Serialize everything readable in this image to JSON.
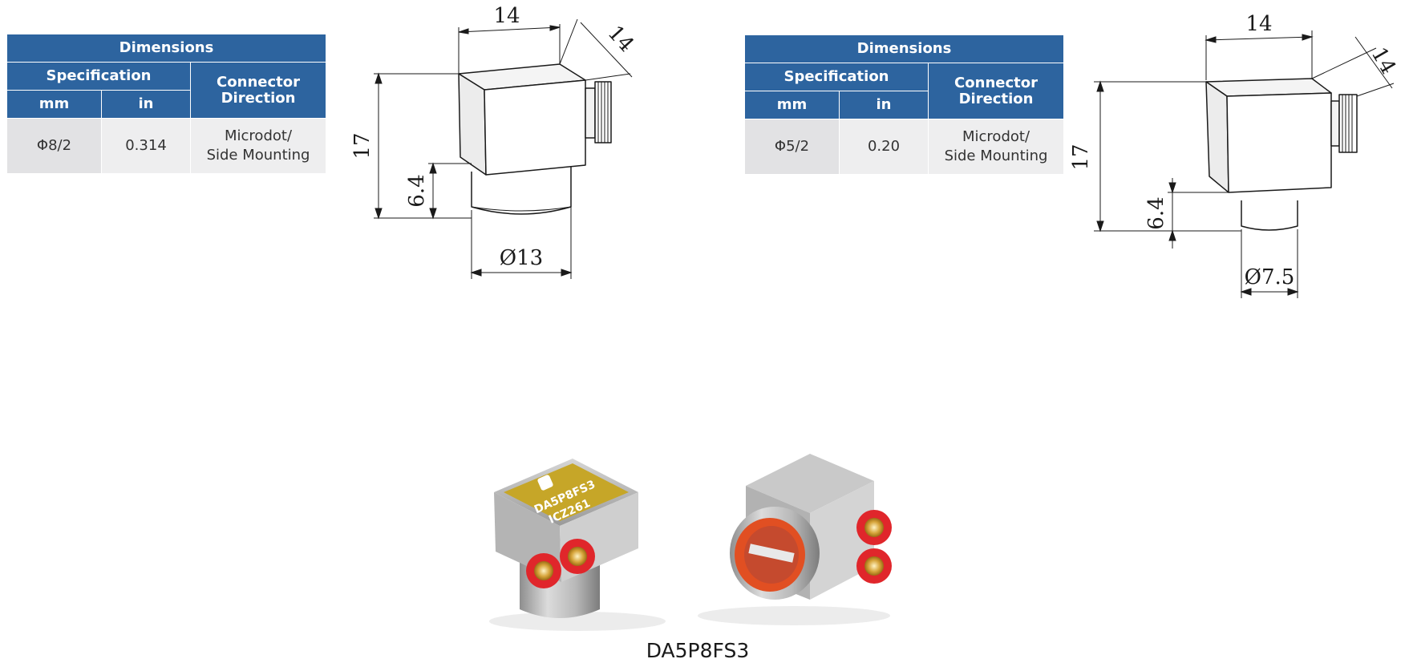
{
  "tables": [
    {
      "title": "Dimensions",
      "spec_header": "Specification",
      "connector_header": "Connector Direction",
      "col_mm": "mm",
      "col_in": "in",
      "row": {
        "mm": "Φ8/2",
        "in": "0.314",
        "connector_line1": "Microdot/",
        "connector_line2": "Side Mounting"
      }
    },
    {
      "title": "Dimensions",
      "spec_header": "Specification",
      "connector_header": "Connector Direction",
      "col_mm": "mm",
      "col_in": "in",
      "row": {
        "mm": "Φ5/2",
        "in": "0.20",
        "connector_line1": "Microdot/",
        "connector_line2": "Side Mounting"
      }
    }
  ],
  "drawings": [
    {
      "width": "14",
      "depth": "14",
      "height": "17",
      "base_height": "6.4",
      "diameter": "Ø13"
    },
    {
      "width": "14",
      "depth": "14",
      "height": "17",
      "base_height": "6.4",
      "diameter": "Ø7.5"
    }
  ],
  "product": {
    "label_line1": "DA5P8FS3",
    "label_line2": "ICZ261",
    "caption": "DA5P8FS3"
  }
}
